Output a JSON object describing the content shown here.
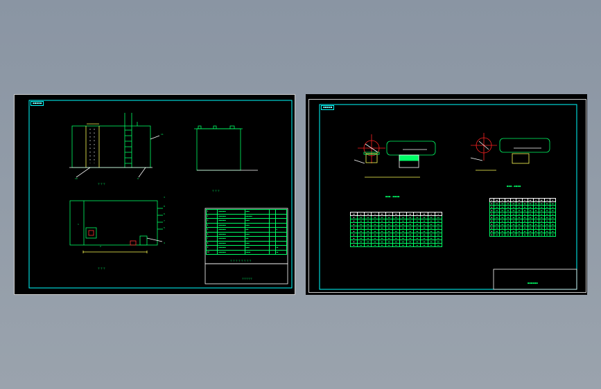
{
  "left_sheet": {
    "tag": "◼◼◼◼◼",
    "view_labels": {
      "front": "〒 〒 〒",
      "side": "〒 〒 〒",
      "plan": "〒 〒 〒"
    },
    "markers": [
      "1",
      "2",
      "3",
      "4",
      "5",
      "6",
      "7",
      "8",
      "9",
      "10",
      "11"
    ],
    "parts_table": {
      "rows": [
        [
          "1",
          "◼◼◼◼◼◼◼◼",
          "◼◼◼◼",
          "",
          ""
        ],
        [
          "2",
          "◼◼◼◼◼◼◼◼",
          "◼◼◼◼◼◼◼",
          "",
          ""
        ],
        [
          "3",
          "◼◼◼◼◼◼◼◼",
          "◼◼◼◼",
          "",
          ""
        ],
        [
          "4",
          "◼◼◼◼◼◼◼◼",
          "◼◼◼◼",
          "",
          ""
        ],
        [
          "5",
          "◼◼◼◼◼◼◼◼",
          "◼◼◼",
          "",
          "◼"
        ],
        [
          "6",
          "◼◼◼◼◼◼◼◼",
          "◼◼◼◼",
          "",
          ""
        ],
        [
          "7",
          "◼◼◼◼◼◼◼◼",
          "◼◼◼",
          "",
          ""
        ],
        [
          "8",
          "◼◼◼◼◼◼◼◼",
          "◼◼◼◼",
          "",
          ""
        ],
        [
          "9",
          "◼◼◼◼◼◼◼◼",
          "◼◼◼◼",
          "",
          "◼◼"
        ],
        [
          "10",
          "◼◼◼◼◼◼◼◼",
          "◼◼◼◼◼",
          "",
          "◼◼"
        ]
      ],
      "footer": "〒 〒 〒 〒 〒 〒 〒 〒"
    },
    "title_block": "〒〒〒〒〒"
  },
  "right_sheet": {
    "tag": "◼◼◼◼◼",
    "view_labels": {
      "left": "◼◼◼—◼◼◼◼",
      "right": "◼◼◼—◼◼◼◼"
    },
    "table_left": {
      "header": [
        "◼◼",
        "◼",
        "◼◼",
        "◼",
        "◼◼",
        "◼",
        "◼◼",
        "◼",
        "◼◼",
        "◼",
        "◼◼",
        "◼",
        "◼"
      ],
      "rows": [
        [
          "◼",
          "◼◼",
          "◼◼",
          "◼◼",
          "◼◼",
          "◼◼",
          "◼◼",
          "◼◼",
          "◼◼",
          "◼◼",
          "◼◼",
          "◼◼",
          "◼◼"
        ],
        [
          "◼",
          "◼◼",
          "◼◼",
          "◼◼",
          "◼◼",
          "◼◼",
          "◼◼",
          "◼◼",
          "◼◼",
          "◼◼",
          "◼◼",
          "◼◼",
          "◼◼"
        ],
        [
          "◼",
          "◼◼",
          "◼◼",
          "◼◼",
          "◼◼",
          "◼◼",
          "◼◼",
          "◼◼",
          "◼◼",
          "◼◼",
          "◼◼",
          "◼◼",
          "◼◼"
        ],
        [
          "◼",
          "◼◼",
          "◼◼",
          "◼◼",
          "◼◼",
          "◼◼",
          "◼◼",
          "◼◼",
          "◼◼",
          "◼◼",
          "◼◼",
          "◼◼",
          "◼◼"
        ],
        [
          "◼",
          "◼◼",
          "◼◼",
          "◼◼",
          "◼◼",
          "◼◼",
          "◼◼",
          "◼◼",
          "◼◼",
          "◼◼",
          "◼◼",
          "◼◼",
          "◼◼"
        ],
        [
          "◼",
          "◼◼",
          "◼◼",
          "◼◼",
          "◼◼",
          "◼◼",
          "◼◼",
          "◼◼",
          "◼◼",
          "◼◼",
          "◼◼",
          "◼◼",
          "◼◼"
        ],
        [
          "◼",
          "◼◼",
          "◼◼",
          "◼◼",
          "◼◼",
          "◼◼",
          "◼◼",
          "◼◼",
          "◼◼",
          "◼◼",
          "◼◼",
          "◼◼",
          "◼◼"
        ],
        [
          "◼",
          "◼◼",
          "◼◼",
          "◼◼",
          "◼◼",
          "◼◼",
          "◼◼",
          "◼◼",
          "◼◼",
          "◼◼",
          "◼◼",
          "◼◼",
          "◼◼"
        ],
        [
          "◼",
          "◼◼",
          "◼◼",
          "◼◼",
          "◼◼",
          "◼◼",
          "◼◼",
          "◼◼",
          "◼◼",
          "◼◼",
          "◼◼",
          "◼◼",
          "◼◼"
        ]
      ]
    },
    "table_right": {
      "header": [
        "◼",
        "◼◼",
        "◼",
        "◼◼",
        "◼",
        "◼◼",
        "◼",
        "◼◼",
        "◼",
        "◼◼",
        "◼",
        "◼"
      ],
      "rows": [
        [
          "◼",
          "◼◼",
          "◼◼",
          "◼◼",
          "◼◼",
          "◼◼",
          "◼◼",
          "◼◼",
          "◼◼",
          "◼◼",
          "◼◼",
          "◼◼"
        ],
        [
          "◼",
          "◼◼",
          "◼◼",
          "◼◼",
          "◼◼",
          "◼◼",
          "◼◼",
          "◼◼",
          "◼◼",
          "◼◼",
          "◼◼",
          "◼◼"
        ],
        [
          "◼",
          "◼◼",
          "◼◼",
          "◼◼",
          "◼◼",
          "◼◼",
          "◼◼",
          "◼◼",
          "◼◼",
          "◼◼",
          "◼◼",
          "◼◼"
        ],
        [
          "◼",
          "◼◼",
          "◼◼",
          "◼◼",
          "◼◼",
          "◼◼",
          "◼◼",
          "◼◼",
          "◼◼",
          "◼◼",
          "◼◼",
          "◼◼"
        ],
        [
          "◼",
          "◼◼",
          "◼◼",
          "◼◼",
          "◼◼",
          "◼◼",
          "◼◼",
          "◼◼",
          "◼◼",
          "◼◼",
          "◼◼",
          "◼◼"
        ],
        [
          "◼",
          "◼◼",
          "◼◼",
          "◼◼",
          "◼◼",
          "◼◼",
          "◼◼",
          "◼◼",
          "◼◼",
          "◼◼",
          "◼◼",
          "◼◼"
        ],
        [
          "◼",
          "◼◼",
          "◼◼",
          "◼◼",
          "◼◼",
          "◼◼",
          "◼◼",
          "◼◼",
          "◼◼",
          "◼◼",
          "◼◼",
          "◼◼"
        ],
        [
          "◼",
          "◼◼",
          "◼◼",
          "◼◼",
          "◼◼",
          "◼◼",
          "◼◼",
          "◼◼",
          "◼◼",
          "◼◼",
          "◼◼",
          "◼◼"
        ],
        [
          "◼",
          "◼◼",
          "◼◼",
          "◼◼",
          "◼◼",
          "◼◼",
          "◼◼",
          "◼◼",
          "◼◼",
          "◼◼",
          "◼◼",
          "◼◼"
        ],
        [
          "◼",
          "◼◼",
          "◼◼",
          "◼◼",
          "◼◼",
          "◼◼",
          "◼◼",
          "◼◼",
          "◼◼",
          "◼◼",
          "◼◼",
          "◼◼"
        ]
      ]
    },
    "title_block": "◼◼◼◼◼◼"
  },
  "colors": {
    "background": "#8e99a6",
    "sheet": "#000000",
    "frame": "#00ffff",
    "geometry": "#00ff66",
    "dimension": "#ffff55",
    "annotation": "#ffffff",
    "centerline": "#ff2222"
  }
}
